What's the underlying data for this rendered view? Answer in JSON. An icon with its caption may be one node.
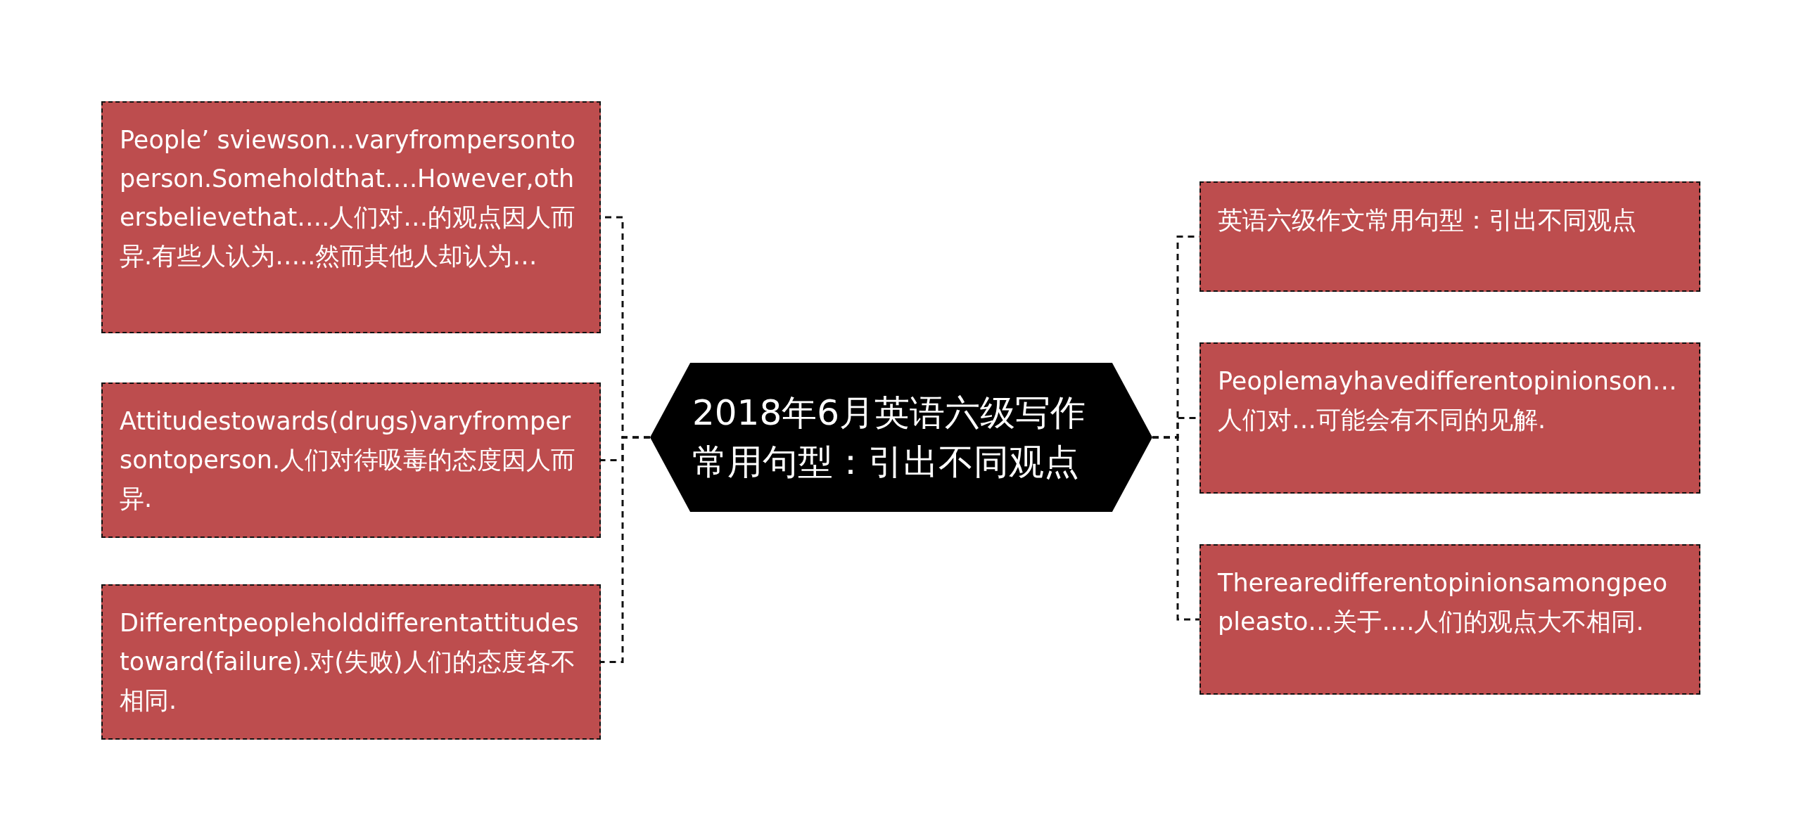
{
  "diagram": {
    "nodes": [
      {
        "text": [
          "2018年6月英语六级写作常用句型：引出不同观点"
        ]
      },
      {
        "text": [
          "People’ sviewson…varyfrompersontoperson.Someholdthat….However,othersbelievethat….人们对…的观点因人而异.有些人认为…..然而其他人却认为…"
        ]
      },
      {
        "text": [
          "Attitudestowards(drugs)varyfrompersontoperson.人们对待吸毒的态度因人而异."
        ]
      },
      {
        "text": [
          "Differentpeopleholddifferentattitudestoward(failure).对(失败)人们的态度各不相同."
        ]
      },
      {
        "text": [
          "英语六级作文常用句型：引出不同观点"
        ]
      },
      {
        "text": [
          "Peoplemayhavedifferentopinionson…人们对…可能会有不同的见解."
        ]
      },
      {
        "text": [
          "Therearedifferentopinionsamongpeopleasto…关于….人们的观点大不相同."
        ]
      }
    ],
    "edges": [
      {
        "from": 0,
        "to": 1,
        "arrow": "none",
        "style": "dashed"
      },
      {
        "from": 0,
        "to": 2,
        "arrow": "none",
        "style": "dashed"
      },
      {
        "from": 0,
        "to": 3,
        "arrow": "none",
        "style": "dashed"
      },
      {
        "from": 0,
        "to": 4,
        "arrow": "none",
        "style": "dashed"
      },
      {
        "from": 0,
        "to": 5,
        "arrow": "none",
        "style": "dashed"
      },
      {
        "from": 0,
        "to": 6,
        "arrow": "none",
        "style": "dashed"
      }
    ]
  }
}
